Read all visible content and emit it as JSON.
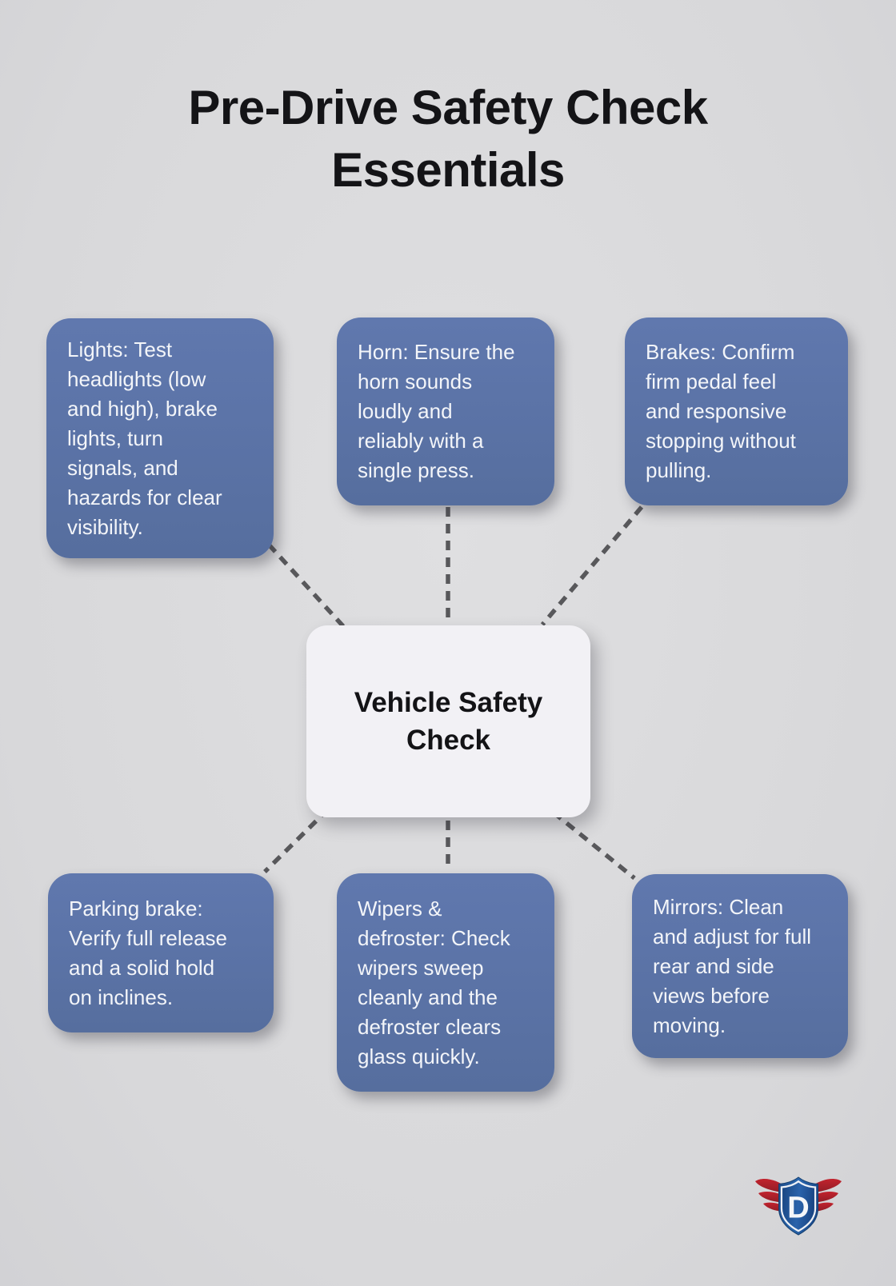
{
  "title": {
    "text": "Pre-Drive Safety Check\nEssentials"
  },
  "center_node": {
    "label": "Vehicle Safety\nCheck"
  },
  "nodes": [
    {
      "id": "lights",
      "text": "Lights: Test\nheadlights (low\nand high), brake\nlights, turn\nsignals, and\nhazards for clear\nvisibility."
    },
    {
      "id": "horn",
      "text": "Horn: Ensure the\nhorn sounds\nloudly and\nreliably with a\nsingle press."
    },
    {
      "id": "brakes",
      "text": "Brakes: Confirm\nfirm pedal feel\nand responsive\nstopping without\npulling."
    },
    {
      "id": "parking-brake",
      "text": "Parking brake:\nVerify full release\nand a solid hold\non inclines."
    },
    {
      "id": "wipers-defroster",
      "text": "Wipers &\ndefroster: Check\nwipers sweep\ncleanly and the\ndefroster clears\nglass quickly."
    },
    {
      "id": "mirrors",
      "text": "Mirrors: Clean\nand adjust for full\nrear and side\nviews before\nmoving."
    }
  ],
  "logo": {
    "letter": "D"
  },
  "colors": {
    "background": "#d9d9db",
    "node_fill": "#5c73a8",
    "node_text": "#f3f5f9",
    "center_fill": "#f2f1f5",
    "connector": "#58585b",
    "title_text": "#141417",
    "logo_red": "#b0222d",
    "logo_blue": "#1d4f92"
  }
}
